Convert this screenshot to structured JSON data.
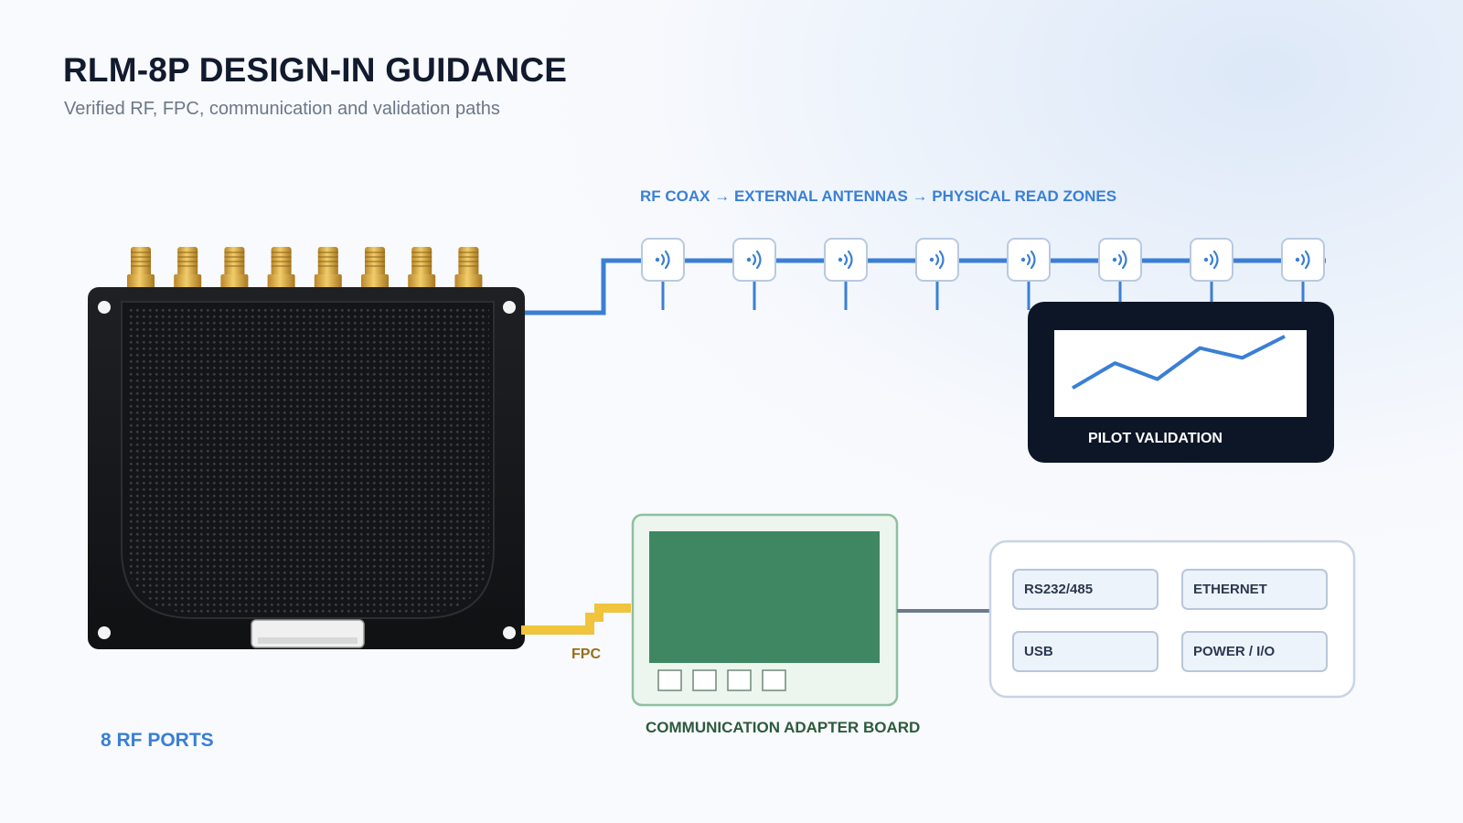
{
  "header": {
    "title": "RLM-8P DESIGN-IN GUIDANCE",
    "subtitle": "Verified RF, FPC, communication and validation paths"
  },
  "rf_path": {
    "heading": "RF COAX → EXTERNAL ANTENNAS → PHYSICAL READ ZONES",
    "antenna_count": 8,
    "antenna_icon": "antenna-signal-icon"
  },
  "module": {
    "ports_label": "8 RF PORTS",
    "port_count": 8
  },
  "fpc": {
    "label": "FPC"
  },
  "adapter_board": {
    "label": "COMMUNICATION ADAPTER BOARD",
    "connector_count": 4
  },
  "interfaces": {
    "items": [
      "RS232/485",
      "ETHERNET",
      "USB",
      "POWER / I/O"
    ]
  },
  "pilot": {
    "label": "PILOT VALIDATION",
    "trend_values": [
      10,
      38,
      20,
      55,
      44,
      68
    ]
  },
  "colors": {
    "title": "#111a2e",
    "accent_blue": "#3a7fd5",
    "fpc_yellow": "#f0c43c",
    "board_green": "#3f8763",
    "panel_dark": "#0d1626"
  }
}
